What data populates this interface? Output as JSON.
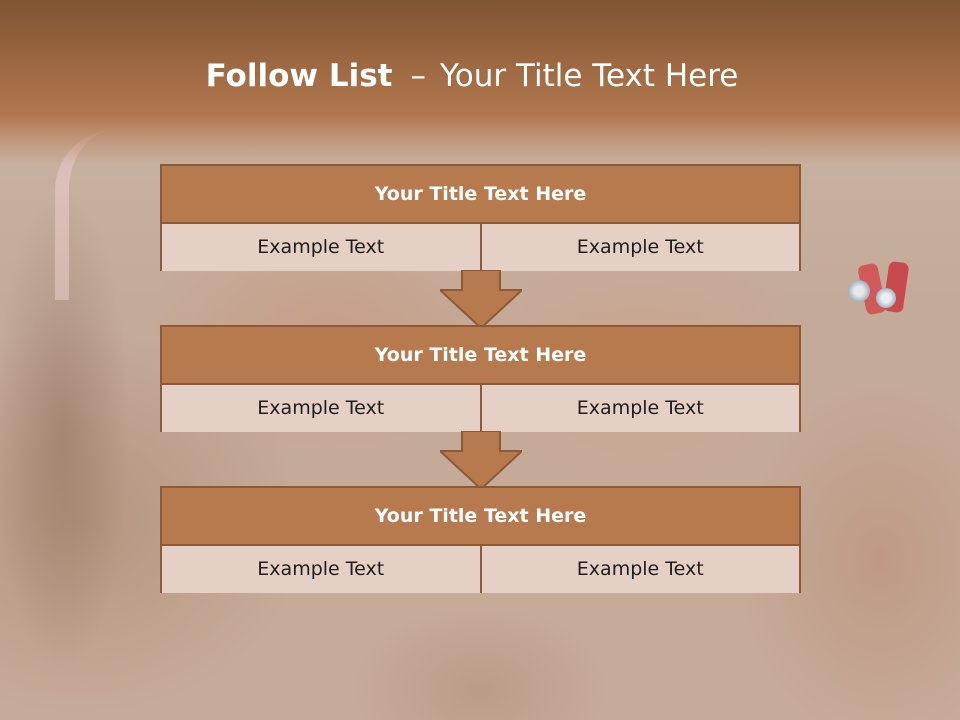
{
  "slide": {
    "title_strong": "Follow List",
    "title_dash": "–",
    "title_rest": "Your Title Text Here"
  },
  "colors": {
    "header_band": "#9a6640",
    "block_head": "#b67a4e",
    "block_border": "#8d5a37",
    "cell_fill": "#e5d0c6",
    "arrow_fill": "#b67a4e"
  },
  "steps": [
    {
      "heading": "Your Title Text Here",
      "cells": [
        "Example Text",
        "Example Text"
      ]
    },
    {
      "heading": "Your Title Text Here",
      "cells": [
        "Example Text",
        "Example Text"
      ]
    },
    {
      "heading": "Your Title Text Here",
      "cells": [
        "Example Text",
        "Example Text"
      ]
    }
  ]
}
